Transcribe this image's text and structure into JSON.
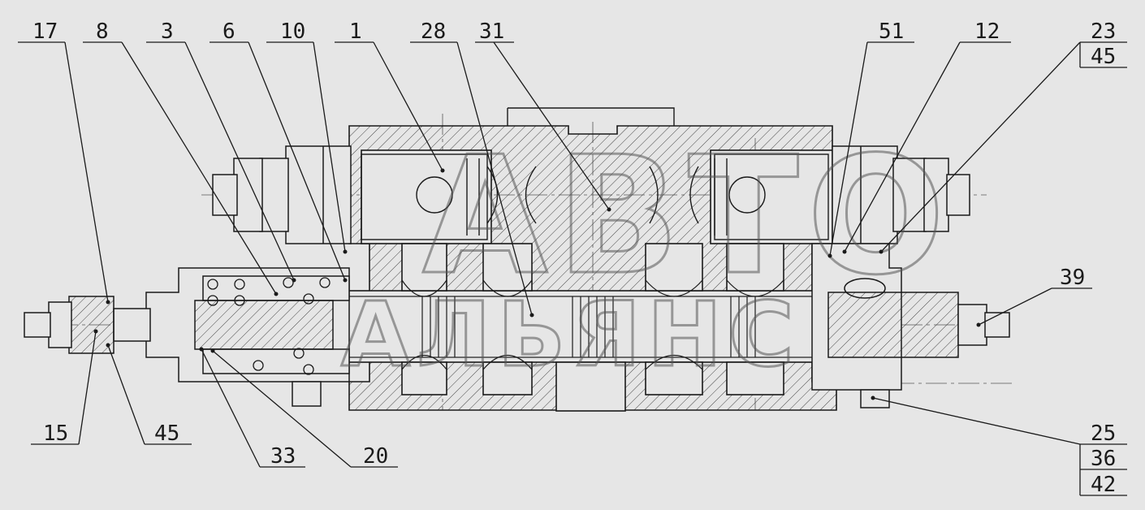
{
  "labels": {
    "l17": "17",
    "l8": "8",
    "l3": "3",
    "l6": "6",
    "l10": "10",
    "l1": "1",
    "l28": "28",
    "l31": "31",
    "l51": "51",
    "l12": "12",
    "l23": "23",
    "l45top": "45",
    "l39": "39",
    "l15": "15",
    "l45bottom": "45",
    "l33": "33",
    "l20": "20",
    "l25": "25",
    "l36": "36",
    "l42": "42"
  },
  "watermark": {
    "top": "АВТО",
    "bottom": "АЛЬЯНС"
  },
  "colors": {
    "background": "#e6e6e6",
    "line": "#1a1a1a"
  }
}
